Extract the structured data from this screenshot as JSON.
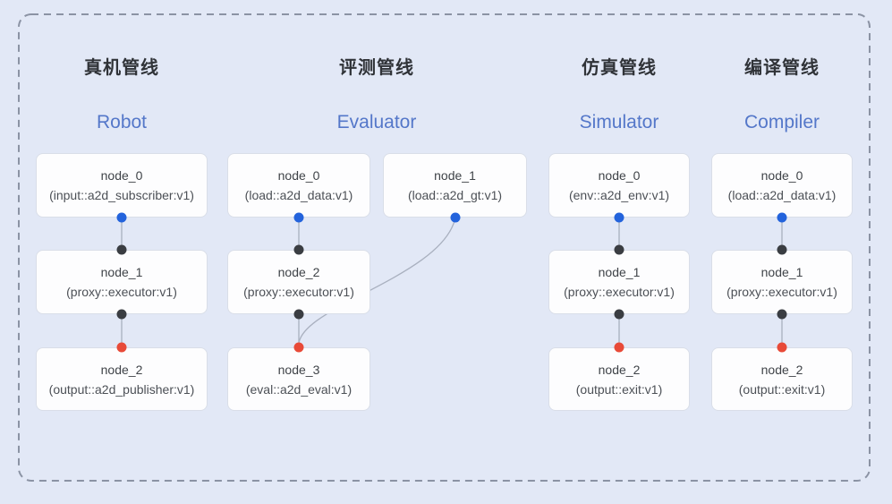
{
  "diagram": {
    "pipelines": [
      {
        "title_zh": "真机管线",
        "title_en": "Robot",
        "nodes": [
          {
            "name": "node_0",
            "type": "(input::a2d_subscriber:v1)"
          },
          {
            "name": "node_1",
            "type": "(proxy::executor:v1)"
          },
          {
            "name": "node_2",
            "type": "(output::a2d_publisher:v1)"
          }
        ]
      },
      {
        "title_zh": "评测管线",
        "title_en": "Evaluator",
        "nodes": [
          {
            "name": "node_0",
            "type": "(load::a2d_data:v1)"
          },
          {
            "name": "node_1",
            "type": "(load::a2d_gt:v1)"
          },
          {
            "name": "node_2",
            "type": "(proxy::executor:v1)"
          },
          {
            "name": "node_3",
            "type": "(eval::a2d_eval:v1)"
          }
        ]
      },
      {
        "title_zh": "仿真管线",
        "title_en": "Simulator",
        "nodes": [
          {
            "name": "node_0",
            "type": "(env::a2d_env:v1)"
          },
          {
            "name": "node_1",
            "type": "(proxy::executor:v1)"
          },
          {
            "name": "node_2",
            "type": "(output::exit:v1)"
          }
        ]
      },
      {
        "title_zh": "编译管线",
        "title_en": "Compiler",
        "nodes": [
          {
            "name": "node_0",
            "type": "(load::a2d_data:v1)"
          },
          {
            "name": "node_1",
            "type": "(proxy::executor:v1)"
          },
          {
            "name": "node_2",
            "type": "(output::exit:v1)"
          }
        ]
      }
    ],
    "colors": {
      "background": "#e2e8f6",
      "dashed_border": "#8b93a4",
      "box_background": "#fdfdfe",
      "box_border": "#d9dee8",
      "edge": "#a9b0bf",
      "port_source": "#2363dc",
      "port_passthrough": "#3a3d42",
      "port_sink": "#e84a38",
      "title_zh_color": "#303338",
      "title_en_color": "#5477c9"
    }
  }
}
